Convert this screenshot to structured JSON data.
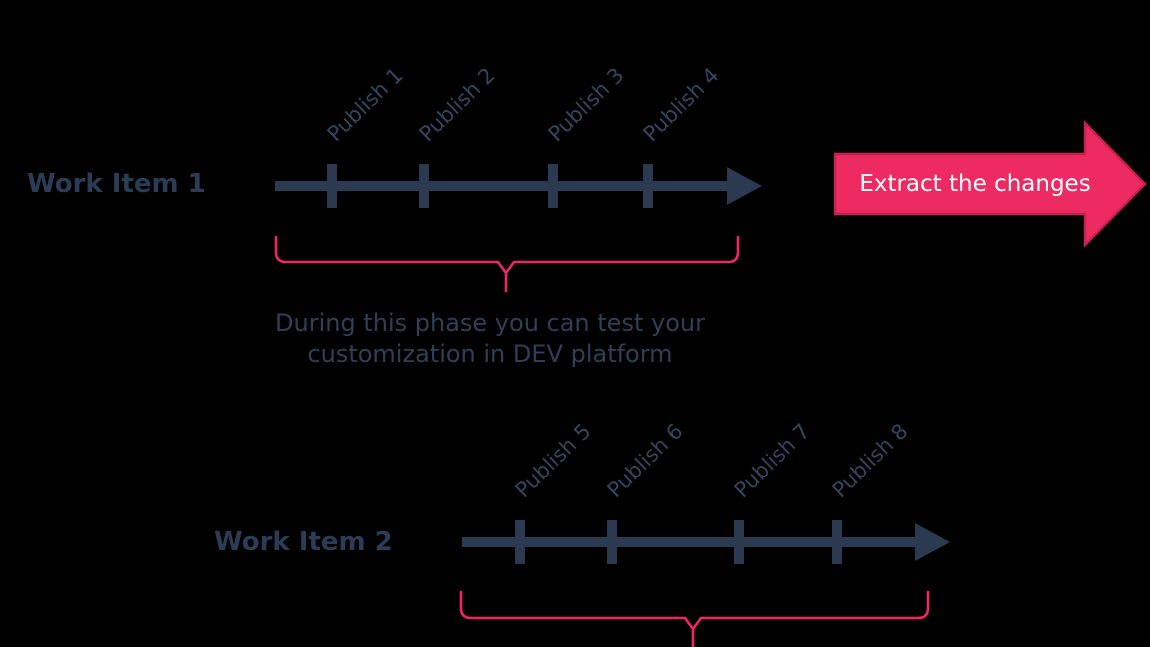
{
  "colors": {
    "bg": "#000000",
    "navy": "#2b3a50",
    "navy-text": "#2b3c56",
    "publish": "#33465f",
    "note": "#2e4058",
    "pink": "#ee2a62",
    "pink-dark": "#c7204f",
    "brace": "#f02663",
    "white": "#ffffff"
  },
  "timeline1": {
    "label": "Work Item 1",
    "publishes": [
      "Publish 1",
      "Publish 2",
      "Publish 3",
      "Publish 4"
    ]
  },
  "timeline2": {
    "label": "Work Item 2",
    "publishes": [
      "Publish 5",
      "Publish 6",
      "Publish 7",
      "Publish 8"
    ]
  },
  "extract_arrow": {
    "label": "Extract the changes"
  },
  "note": {
    "line1": "During this phase you can test your",
    "line2": "customization in DEV platform"
  }
}
